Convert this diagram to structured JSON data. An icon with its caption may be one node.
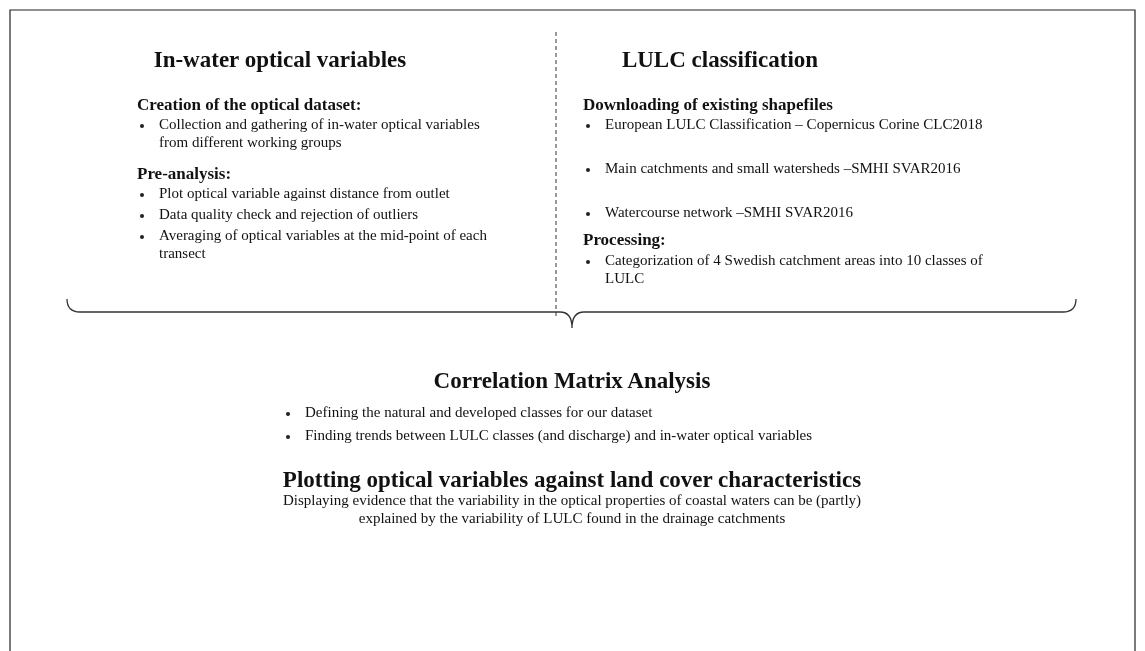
{
  "diagram": {
    "labels": [
      "In-water optical variables",
      "Creation of the optical dataset:",
      "Collection and gathering of in-water optical variables from different working groups",
      "Pre-analysis:",
      "Plot optical variable against distance from outlet",
      "Data quality check and rejection of outliers",
      "Averaging of optical variables at the mid-point of each transect",
      "LULC classification",
      "Downloading of existing shapefiles",
      "European LULC Classification – Copernicus Corine CLC2018",
      "Main catchments and small watersheds –SMHI SVAR2016",
      "Watercourse network –SMHI SVAR2016",
      "Processing:",
      "Categorization of 4 Swedish catchment areas into 10 classes of LULC",
      "Correlation Matrix Analysis",
      "Defining the natural and developed classes for our dataset",
      "Finding trends between LULC classes (and discharge) and in-water optical variables",
      "Plotting optical variables against land cover characteristics",
      "Displaying evidence that the variability in the optical properties of coastal waters can be (partly) explained by the variability of LULC found in the drainage catchments"
    ]
  }
}
